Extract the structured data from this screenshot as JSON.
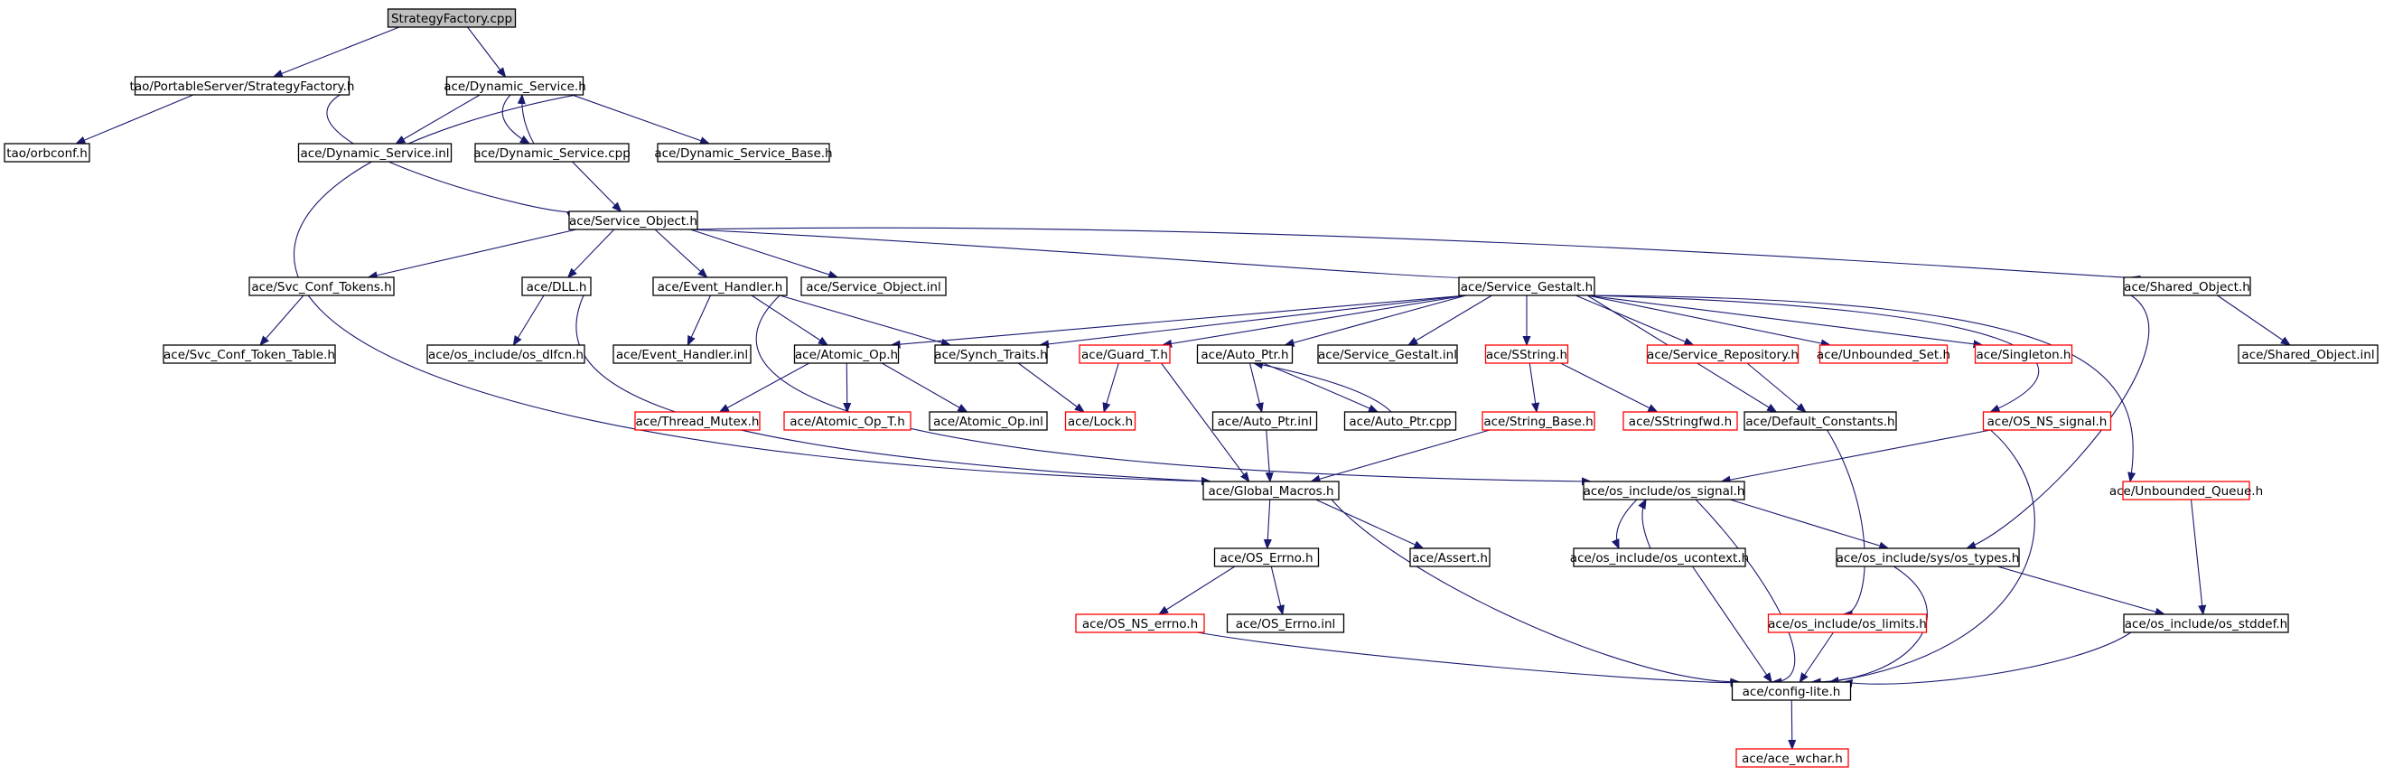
{
  "colors": {
    "edge": "#191970",
    "root_fill": "#bfbfbf",
    "box_fill": "#ffffff",
    "box_border": "#000000",
    "incomplete_border": "#ff0000"
  },
  "nodes": [
    {
      "id": "root",
      "label": "StrategyFactory.cpp",
      "style": "root"
    },
    {
      "id": "tao_ps_sf",
      "label": "tao/PortableServer/StrategyFactory.h",
      "style": "normal"
    },
    {
      "id": "dyn_service_h",
      "label": "ace/Dynamic_Service.h",
      "style": "normal"
    },
    {
      "id": "orbconf",
      "label": "tao/orbconf.h",
      "style": "normal"
    },
    {
      "id": "dyn_service_inl",
      "label": "ace/Dynamic_Service.inl",
      "style": "normal"
    },
    {
      "id": "dyn_service_cpp",
      "label": "ace/Dynamic_Service.cpp",
      "style": "normal"
    },
    {
      "id": "dyn_service_base",
      "label": "ace/Dynamic_Service_Base.h",
      "style": "normal"
    },
    {
      "id": "service_object_h",
      "label": "ace/Service_Object.h",
      "style": "normal"
    },
    {
      "id": "svc_conf_tokens",
      "label": "ace/Svc_Conf_Tokens.h",
      "style": "normal"
    },
    {
      "id": "dll_h",
      "label": "ace/DLL.h",
      "style": "normal"
    },
    {
      "id": "event_handler_h",
      "label": "ace/Event_Handler.h",
      "style": "normal"
    },
    {
      "id": "service_object_inl",
      "label": "ace/Service_Object.inl",
      "style": "normal"
    },
    {
      "id": "service_gestalt_h",
      "label": "ace/Service_Gestalt.h",
      "style": "normal"
    },
    {
      "id": "shared_object_h",
      "label": "ace/Shared_Object.h",
      "style": "normal"
    },
    {
      "id": "svc_conf_token_table",
      "label": "ace/Svc_Conf_Token_Table.h",
      "style": "normal"
    },
    {
      "id": "os_dlfcn",
      "label": "ace/os_include/os_dlfcn.h",
      "style": "normal"
    },
    {
      "id": "event_handler_inl",
      "label": "ace/Event_Handler.inl",
      "style": "normal"
    },
    {
      "id": "atomic_op_h",
      "label": "ace/Atomic_Op.h",
      "style": "normal"
    },
    {
      "id": "synch_traits",
      "label": "ace/Synch_Traits.h",
      "style": "normal"
    },
    {
      "id": "guard_t",
      "label": "ace/Guard_T.h",
      "style": "incomplete"
    },
    {
      "id": "auto_ptr_h",
      "label": "ace/Auto_Ptr.h",
      "style": "normal"
    },
    {
      "id": "service_gestalt_inl",
      "label": "ace/Service_Gestalt.inl",
      "style": "normal"
    },
    {
      "id": "sstring_h",
      "label": "ace/SString.h",
      "style": "incomplete"
    },
    {
      "id": "service_repository",
      "label": "ace/Service_Repository.h",
      "style": "incomplete"
    },
    {
      "id": "unbounded_set",
      "label": "ace/Unbounded_Set.h",
      "style": "incomplete"
    },
    {
      "id": "singleton",
      "label": "ace/Singleton.h",
      "style": "incomplete"
    },
    {
      "id": "shared_object_inl",
      "label": "ace/Shared_Object.inl",
      "style": "normal"
    },
    {
      "id": "thread_mutex",
      "label": "ace/Thread_Mutex.h",
      "style": "incomplete"
    },
    {
      "id": "atomic_op_t",
      "label": "ace/Atomic_Op_T.h",
      "style": "incomplete"
    },
    {
      "id": "atomic_op_inl",
      "label": "ace/Atomic_Op.inl",
      "style": "normal"
    },
    {
      "id": "lock_h",
      "label": "ace/Lock.h",
      "style": "incomplete"
    },
    {
      "id": "auto_ptr_inl",
      "label": "ace/Auto_Ptr.inl",
      "style": "normal"
    },
    {
      "id": "auto_ptr_cpp",
      "label": "ace/Auto_Ptr.cpp",
      "style": "normal"
    },
    {
      "id": "string_base",
      "label": "ace/String_Base.h",
      "style": "incomplete"
    },
    {
      "id": "sstringfwd",
      "label": "ace/SStringfwd.h",
      "style": "incomplete"
    },
    {
      "id": "default_constants",
      "label": "ace/Default_Constants.h",
      "style": "normal"
    },
    {
      "id": "os_ns_signal",
      "label": "ace/OS_NS_signal.h",
      "style": "incomplete"
    },
    {
      "id": "global_macros",
      "label": "ace/Global_Macros.h",
      "style": "normal"
    },
    {
      "id": "os_signal",
      "label": "ace/os_include/os_signal.h",
      "style": "normal"
    },
    {
      "id": "unbounded_queue",
      "label": "ace/Unbounded_Queue.h",
      "style": "incomplete"
    },
    {
      "id": "os_errno_h",
      "label": "ace/OS_Errno.h",
      "style": "normal"
    },
    {
      "id": "assert_h",
      "label": "ace/Assert.h",
      "style": "normal"
    },
    {
      "id": "os_ucontext",
      "label": "ace/os_include/os_ucontext.h",
      "style": "normal"
    },
    {
      "id": "os_sys_types",
      "label": "ace/os_include/sys/os_types.h",
      "style": "normal"
    },
    {
      "id": "os_ns_errno",
      "label": "ace/OS_NS_errno.h",
      "style": "incomplete"
    },
    {
      "id": "os_errno_inl",
      "label": "ace/OS_Errno.inl",
      "style": "normal"
    },
    {
      "id": "os_limits",
      "label": "ace/os_include/os_limits.h",
      "style": "incomplete"
    },
    {
      "id": "os_stddef",
      "label": "ace/os_include/os_stddef.h",
      "style": "normal"
    },
    {
      "id": "config_lite",
      "label": "ace/config-lite.h",
      "style": "normal"
    },
    {
      "id": "ace_wchar",
      "label": "ace/ace_wchar.h",
      "style": "incomplete"
    }
  ],
  "edges": [
    [
      "root",
      "tao_ps_sf"
    ],
    [
      "root",
      "dyn_service_h"
    ],
    [
      "tao_ps_sf",
      "orbconf"
    ],
    [
      "tao_ps_sf",
      "service_object_h"
    ],
    [
      "dyn_service_h",
      "dyn_service_inl"
    ],
    [
      "dyn_service_h",
      "dyn_service_cpp"
    ],
    [
      "dyn_service_h",
      "dyn_service_base"
    ],
    [
      "dyn_service_h",
      "global_macros"
    ],
    [
      "dyn_service_cpp",
      "dyn_service_h"
    ],
    [
      "dyn_service_cpp",
      "service_object_h"
    ],
    [
      "service_object_h",
      "svc_conf_tokens"
    ],
    [
      "service_object_h",
      "dll_h"
    ],
    [
      "service_object_h",
      "event_handler_h"
    ],
    [
      "service_object_h",
      "service_object_inl"
    ],
    [
      "service_object_h",
      "service_gestalt_h"
    ],
    [
      "service_object_h",
      "shared_object_h"
    ],
    [
      "svc_conf_tokens",
      "svc_conf_token_table"
    ],
    [
      "dll_h",
      "os_dlfcn"
    ],
    [
      "dll_h",
      "global_macros"
    ],
    [
      "event_handler_h",
      "event_handler_inl"
    ],
    [
      "event_handler_h",
      "atomic_op_h"
    ],
    [
      "event_handler_h",
      "synch_traits"
    ],
    [
      "event_handler_h",
      "os_signal"
    ],
    [
      "service_gestalt_h",
      "atomic_op_h"
    ],
    [
      "service_gestalt_h",
      "synch_traits"
    ],
    [
      "service_gestalt_h",
      "guard_t"
    ],
    [
      "service_gestalt_h",
      "auto_ptr_h"
    ],
    [
      "service_gestalt_h",
      "service_gestalt_inl"
    ],
    [
      "service_gestalt_h",
      "sstring_h"
    ],
    [
      "service_gestalt_h",
      "service_repository"
    ],
    [
      "service_gestalt_h",
      "unbounded_set"
    ],
    [
      "service_gestalt_h",
      "singleton"
    ],
    [
      "service_gestalt_h",
      "default_constants"
    ],
    [
      "service_gestalt_h",
      "os_ns_signal"
    ],
    [
      "service_gestalt_h",
      "unbounded_queue"
    ],
    [
      "shared_object_h",
      "shared_object_inl"
    ],
    [
      "shared_object_h",
      "os_sys_types"
    ],
    [
      "atomic_op_h",
      "thread_mutex"
    ],
    [
      "atomic_op_h",
      "atomic_op_t"
    ],
    [
      "atomic_op_h",
      "atomic_op_inl"
    ],
    [
      "synch_traits",
      "lock_h"
    ],
    [
      "guard_t",
      "lock_h"
    ],
    [
      "guard_t",
      "global_macros"
    ],
    [
      "auto_ptr_h",
      "auto_ptr_inl"
    ],
    [
      "auto_ptr_h",
      "auto_ptr_cpp"
    ],
    [
      "auto_ptr_cpp",
      "auto_ptr_h"
    ],
    [
      "auto_ptr_inl",
      "global_macros"
    ],
    [
      "sstring_h",
      "string_base"
    ],
    [
      "sstring_h",
      "sstringfwd"
    ],
    [
      "string_base",
      "global_macros"
    ],
    [
      "service_repository",
      "default_constants"
    ],
    [
      "default_constants",
      "os_limits"
    ],
    [
      "os_ns_signal",
      "os_signal"
    ],
    [
      "os_ns_signal",
      "config_lite"
    ],
    [
      "unbounded_queue",
      "os_stddef"
    ],
    [
      "global_macros",
      "os_errno_h"
    ],
    [
      "global_macros",
      "assert_h"
    ],
    [
      "global_macros",
      "config_lite"
    ],
    [
      "os_signal",
      "os_ucontext"
    ],
    [
      "os_signal",
      "os_sys_types"
    ],
    [
      "os_signal",
      "config_lite"
    ],
    [
      "os_ucontext",
      "os_signal"
    ],
    [
      "os_ucontext",
      "config_lite"
    ],
    [
      "os_sys_types",
      "os_stddef"
    ],
    [
      "os_sys_types",
      "config_lite"
    ],
    [
      "os_errno_h",
      "os_ns_errno"
    ],
    [
      "os_errno_h",
      "os_errno_inl"
    ],
    [
      "os_ns_errno",
      "config_lite"
    ],
    [
      "os_limits",
      "config_lite"
    ],
    [
      "os_stddef",
      "config_lite"
    ],
    [
      "config_lite",
      "ace_wchar"
    ]
  ]
}
